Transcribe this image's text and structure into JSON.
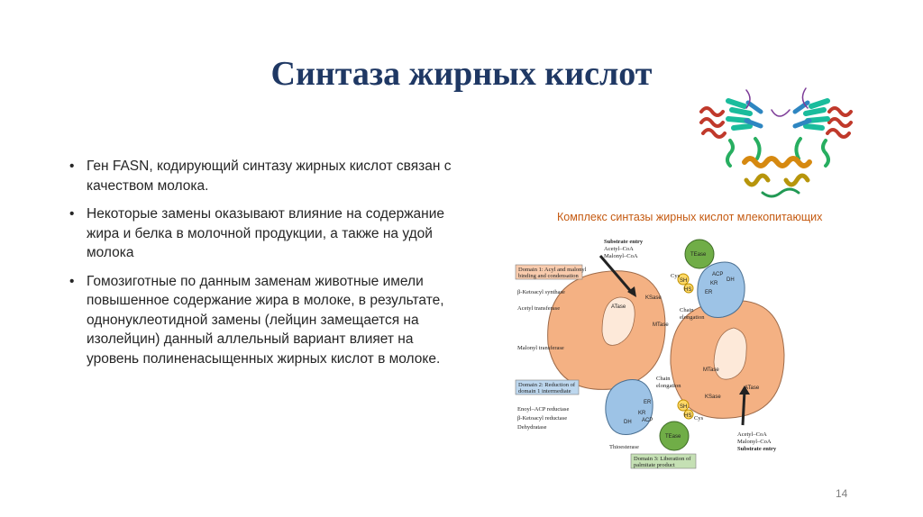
{
  "title": "Синтаза жирных кислот",
  "bullets": [
    "Ген FASN, кодирующий синтазу жирных кислот связан с качеством молока.",
    "Некоторые замены оказывают влияние на содержание жира и белка в молочной продукции, а также на удой молока",
    "Гомозиготные по данным заменам животные имели повышенное содержание жира в молоке, в результате, однонуклеотидной замены (лейцин замещается на изолейцин) данный аллельный вариант влияет на уровень полиненасыщенных жирных кислот в молоке."
  ],
  "caption": "Комплекс синтазы жирных кислот млекопитающих",
  "page_number": "14",
  "diagram": {
    "substrate_top": [
      "Substrate entry",
      "Acetyl–CoA",
      "Malonyl–CoA"
    ],
    "domain1": [
      "Domain 1: Acyl and malonyl",
      "binding and condensation"
    ],
    "domain2": [
      "Domain 2: Reduction of",
      "domain 1 intermediate"
    ],
    "domain3": [
      "Domain 3: Liberation of",
      "palmitate product"
    ],
    "left_labels": [
      "β-Ketoacyl synthase",
      "Acetyl transferase",
      "Malonyl transferase",
      "Enoyl–ACP reductase",
      "β-Ketoacyl reductase",
      "Dehydratase",
      "Thioesterase"
    ],
    "elong_top": [
      "Chain",
      "elongation"
    ],
    "elong_mid": [
      "Chain",
      "elongation"
    ],
    "cys": "Cys",
    "sh": "SH",
    "hs": "HS",
    "substrate_bottom": [
      "Acetyl–CoA",
      "Malonyl–CoA",
      "Substrate entry"
    ],
    "blobs": {
      "tease": "TEase",
      "acp": "ACP",
      "kr": "KR",
      "er": "ER",
      "dh": "DH",
      "ksase": "KSase",
      "atase": "ATase",
      "mtase": "MTase"
    }
  },
  "colors": {
    "title": "#1f3864",
    "caption": "#c55a11",
    "orange_domain": "#f4b183",
    "blue_domain": "#9dc3e6",
    "green_domain": "#70ad47",
    "box_blue": "#bdd7ee",
    "box_orange": "#f8cbad",
    "box_green": "#c5e0b4"
  }
}
